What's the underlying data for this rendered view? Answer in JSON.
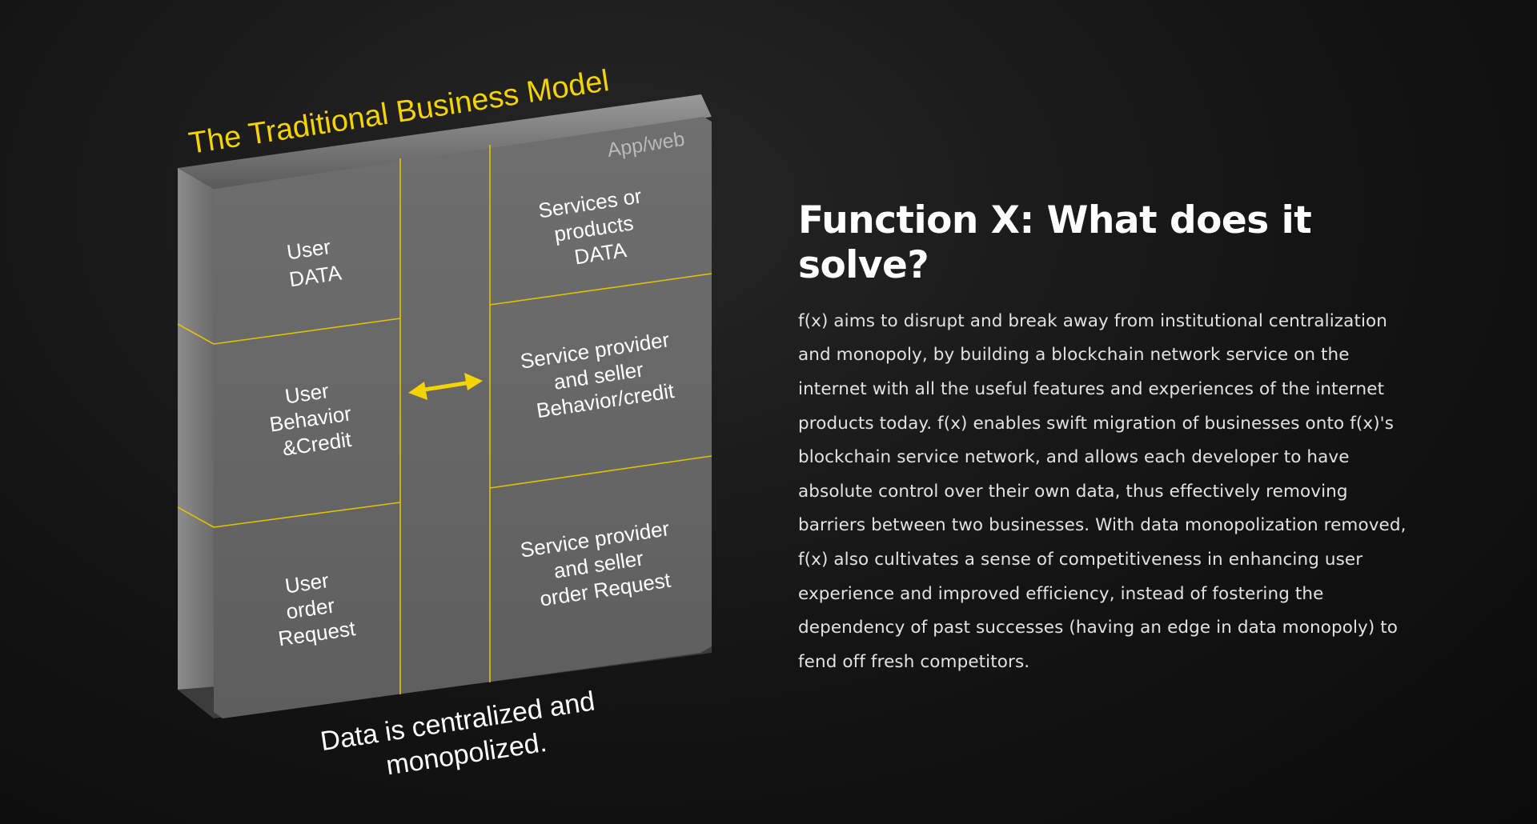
{
  "diagram": {
    "title": "The Traditional Business Model",
    "platform_label": "App/web",
    "left_column": [
      {
        "lines": [
          "User",
          "DATA"
        ]
      },
      {
        "lines": [
          "User",
          "Behavior",
          "&Credit"
        ]
      },
      {
        "lines": [
          "User",
          "order",
          "Request"
        ]
      }
    ],
    "right_column": [
      {
        "lines": [
          "Services or",
          "products",
          "DATA"
        ]
      },
      {
        "lines": [
          "Service provider",
          "and seller",
          "Behavior/credit"
        ]
      },
      {
        "lines": [
          "Service provider",
          "and seller",
          "order Request"
        ]
      }
    ],
    "arrow_icon": "double-headed-arrow-icon",
    "caption_lines": [
      "Data is centralized and",
      "monopolized."
    ]
  },
  "article": {
    "heading": "Function X: What does it solve?",
    "body": "f(x) aims to disrupt and break away from institutional centralization and monopoly, by building a blockchain network service on the internet with all the useful features and experiences of the internet products today. f(x) enables swift migration of businesses onto f(x)'s blockchain service network, and allows each developer to have absolute control over their own data, thus effectively removing barriers between two businesses. With data monopolization removed, f(x) also cultivates a sense of competitiveness in enhancing user experience and improved efficiency, instead of fostering the dependency of past successes (having an edge in data monopoly) to fend off fresh competitors."
  },
  "colors": {
    "accent_yellow": "#f4d300",
    "face_gray": "#6a6a6a",
    "background": "#111111",
    "text": "#ffffff"
  }
}
